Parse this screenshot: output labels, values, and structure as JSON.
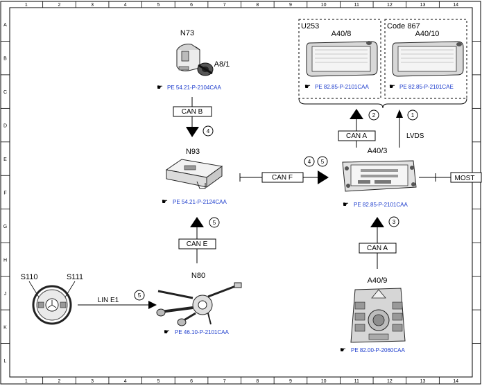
{
  "grid": {
    "columns": [
      "1",
      "2",
      "3",
      "4",
      "5",
      "6",
      "7",
      "8",
      "9",
      "10",
      "11",
      "12",
      "13",
      "14"
    ],
    "rows": [
      "A",
      "B",
      "C",
      "D",
      "E",
      "F",
      "G",
      "H",
      "J",
      "K",
      "L"
    ]
  },
  "boxes": {
    "u253": {
      "label": "U253"
    },
    "code867": {
      "label": "Code 867"
    }
  },
  "components": {
    "n73": {
      "label": "N73",
      "sublabel": "A8/1",
      "ref": "PE 54.21-P-2104CAA"
    },
    "n93": {
      "label": "N93",
      "ref": "PE 54.21-P-2124CAA"
    },
    "n80": {
      "label": "N80",
      "ref": "PE 46.10-P-2101CAA"
    },
    "a40_8": {
      "label": "A40/8",
      "ref": "PE 82.85-P-2101CAA"
    },
    "a40_10": {
      "label": "A40/10",
      "ref": "PE 82.85-P-2101CAE"
    },
    "a40_3": {
      "label": "A40/3",
      "ref": "PE 82.85-P-2101CAA"
    },
    "a40_9": {
      "label": "A40/9",
      "ref": "PE 82.00-P-2060CAA"
    },
    "s110": {
      "label": "S110"
    },
    "s111": {
      "label": "S111"
    }
  },
  "connections": {
    "can_b": {
      "label": "CAN B",
      "step": "4"
    },
    "can_f": {
      "label": "CAN F",
      "step_a": "4",
      "step_b": "5"
    },
    "can_e": {
      "label": "CAN E",
      "step": "5"
    },
    "lin_e1": {
      "label": "LIN E1",
      "step": "5"
    },
    "can_a_up": {
      "label": "CAN A",
      "step": "2"
    },
    "lvds": {
      "label": "LVDS",
      "step": "1"
    },
    "can_a_low": {
      "label": "CAN A",
      "step": "3"
    },
    "most": {
      "label": "MOST"
    }
  },
  "colors": {
    "line": "#000000",
    "reference_text": "#1a3acc",
    "arrow": "#000000"
  }
}
